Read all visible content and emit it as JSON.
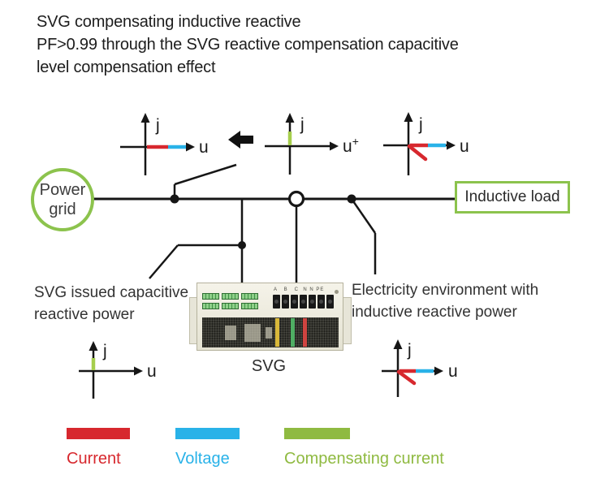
{
  "title": {
    "line1": "SVG compensating inductive reactive",
    "line2": "PF>0.99 through the SVG reactive compensation capacitive",
    "line3": "level compensation effect"
  },
  "colors": {
    "current_red": "#d7282e",
    "voltage_blue": "#29b2e8",
    "compensating_green": "#a6ce4d",
    "legend_green": "#8fba41",
    "outline_green": "#8cc34d"
  },
  "circuit": {
    "power_grid_line1": "Power",
    "power_grid_line2": "grid",
    "inductive_load_label": "Inductive load"
  },
  "device": {
    "label": "SVG",
    "terminal_labels": "A   B   C  N N PE"
  },
  "notes": {
    "left_line1": "SVG issued capacitive",
    "left_line2": "reactive power",
    "right_line1": "Electricity environment with",
    "right_line2": "inductive reactive power"
  },
  "axes": {
    "y_label": "j",
    "x_label": "u",
    "x_plus_sup": "+"
  },
  "legend": {
    "items": [
      {
        "label": "Current",
        "color": "#d7282e"
      },
      {
        "label": "Voltage",
        "color": "#29b2e8"
      },
      {
        "label": "Compensating current",
        "color": "#8fba41"
      }
    ]
  }
}
